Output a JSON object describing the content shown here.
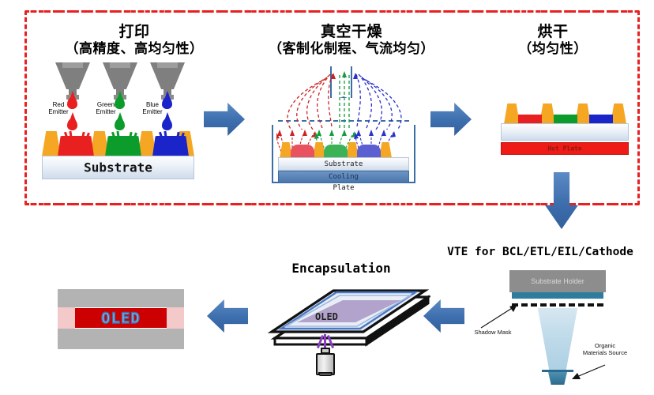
{
  "diagram": {
    "title_row": {
      "step1": {
        "title": "打印",
        "subtitle": "（高精度、高均匀性）"
      },
      "step2": {
        "title": "真空干燥",
        "subtitle": "（客制化制程、气流均匀）"
      },
      "step3": {
        "title": "烘干",
        "subtitle": "（均匀性）"
      }
    },
    "printing": {
      "emitters": [
        {
          "name": "Red Emitter",
          "line1": "Red",
          "line2": "Emitter",
          "color": "#e8201f"
        },
        {
          "name": "Green Emitter",
          "line1": "Green",
          "line2": "Emitter",
          "color": "#0c9c2b"
        },
        {
          "name": "Blue Emitter",
          "line1": "Blue",
          "line2": "Emitter",
          "color": "#1a24c9"
        }
      ],
      "substrate_label": "Substrate",
      "bank_color": "#f5a623"
    },
    "vacuum_drying": {
      "substrate_label": "Substrate",
      "cooling_label": "Cooling",
      "plate_label": "Plate",
      "chamber_color": "#3b6ea5"
    },
    "baking": {
      "hot_plate_label": "Hot Plate",
      "hot_plate_color": "#ee1b16"
    },
    "vte": {
      "title": "VTE for BCL/ETL/EIL/Cathode",
      "substrate_holder_label": "Substrate Holder",
      "shadow_mask_label": "Shadow Mask",
      "source_label_line1": "Organic",
      "source_label_line2": "Materials Source"
    },
    "encapsulation": {
      "title": "Encapsulation",
      "panel_label": "OLED"
    },
    "final_device": {
      "label": "OLED"
    },
    "arrows": {
      "flow_right_1": "arrow-right",
      "flow_right_2": "arrow-right",
      "flow_down": "arrow-down",
      "flow_left_1": "arrow-left",
      "flow_left_2": "arrow-left",
      "color": "#3d6ead"
    },
    "boundary": {
      "style": "dash-dot",
      "color": "#e8201f"
    }
  }
}
